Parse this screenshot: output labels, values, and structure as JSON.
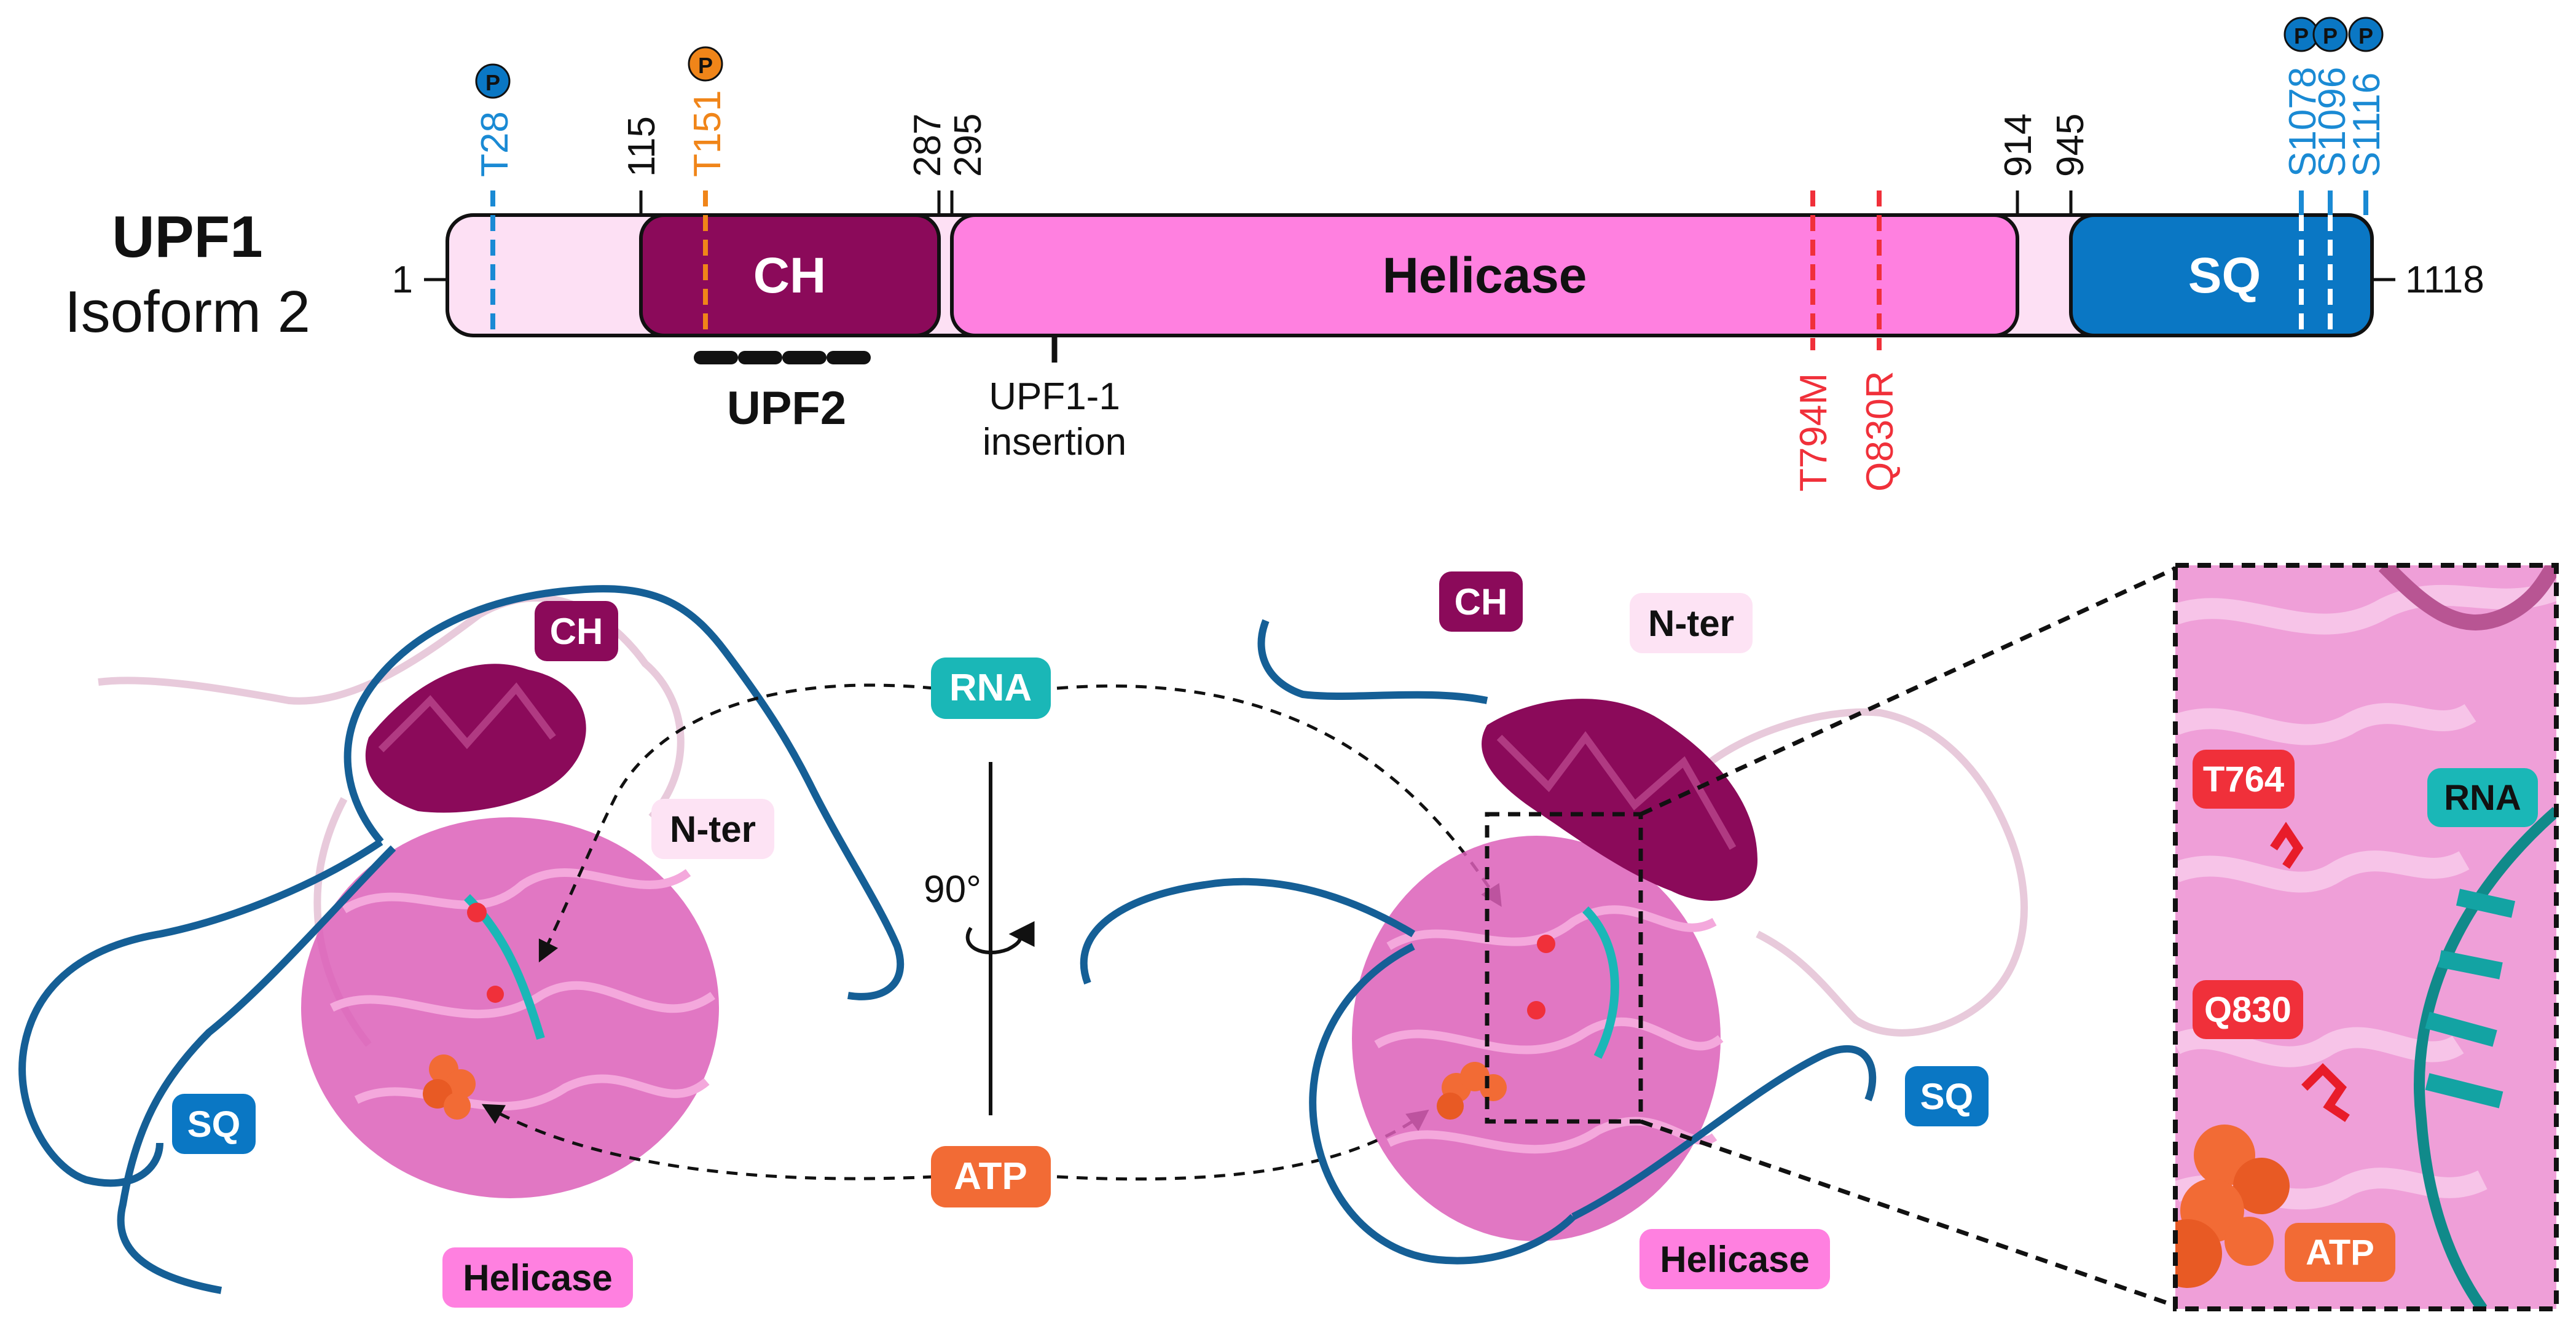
{
  "protein": {
    "name": "UPF1",
    "isoform": "Isoform 2",
    "start": "1",
    "end": "1118"
  },
  "domains": [
    {
      "key": "ch",
      "label": "CH"
    },
    {
      "key": "helicase",
      "label": "Helicase"
    },
    {
      "key": "sq",
      "label": "SQ"
    }
  ],
  "boundaries": [
    "115",
    "287",
    "295",
    "914",
    "945"
  ],
  "phosphosites": [
    "T28",
    "T151",
    "S1078",
    "S1096",
    "S1116"
  ],
  "phospho_symbol": "P",
  "mutations": [
    "T794M",
    "Q830R"
  ],
  "upf2_label": "UPF2",
  "insertion_label": [
    "UPF1-1",
    "insertion"
  ],
  "structure_labels": {
    "left": {
      "ch": "CH",
      "nter": "N-ter",
      "sq": "SQ",
      "helicase": "Helicase"
    },
    "center": {
      "rna": "RNA",
      "rotation": "90°",
      "atp": "ATP"
    },
    "right": {
      "ch": "CH",
      "nter": "N-ter",
      "sq": "SQ",
      "helicase": "Helicase"
    },
    "inset": {
      "t764": "T764",
      "rna": "RNA",
      "q830": "Q830",
      "atp": "ATP"
    }
  },
  "colors": {
    "ch": "#8b0a5a",
    "helicase": "#ff80e0",
    "sq": "#0a77c4",
    "linker": "#fde0f4",
    "phospho_blue": "#1a8ad4",
    "phospho_orange": "#f08519",
    "mutation": "#f0303a",
    "rna": "#1ab7b7",
    "atp": "#f26b35",
    "nter_bg": "#fde3f4",
    "chain_blue": "#155f96",
    "cartoon_pink": "#dc5fb8"
  }
}
